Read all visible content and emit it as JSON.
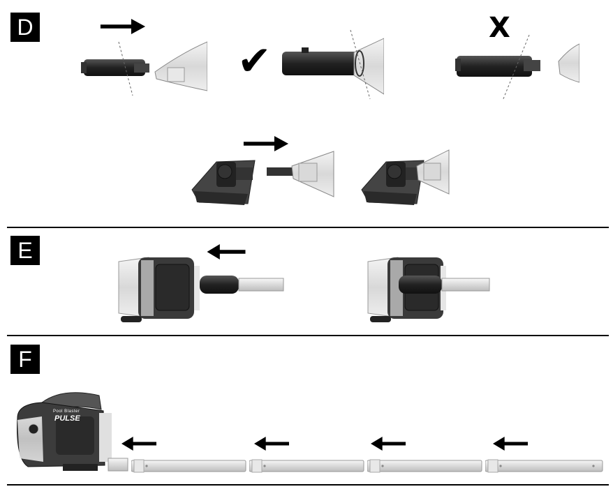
{
  "sections": [
    {
      "label": "D"
    },
    {
      "label": "E"
    },
    {
      "label": "F"
    }
  ],
  "marks": {
    "correct": "✔",
    "incorrect": "X"
  },
  "product": {
    "brand_small": "Pool Blaster",
    "brand_large": "PULSE"
  },
  "icons": [
    "arrow-right-icon",
    "arrow-left-icon",
    "checkmark-icon",
    "cross-icon"
  ]
}
